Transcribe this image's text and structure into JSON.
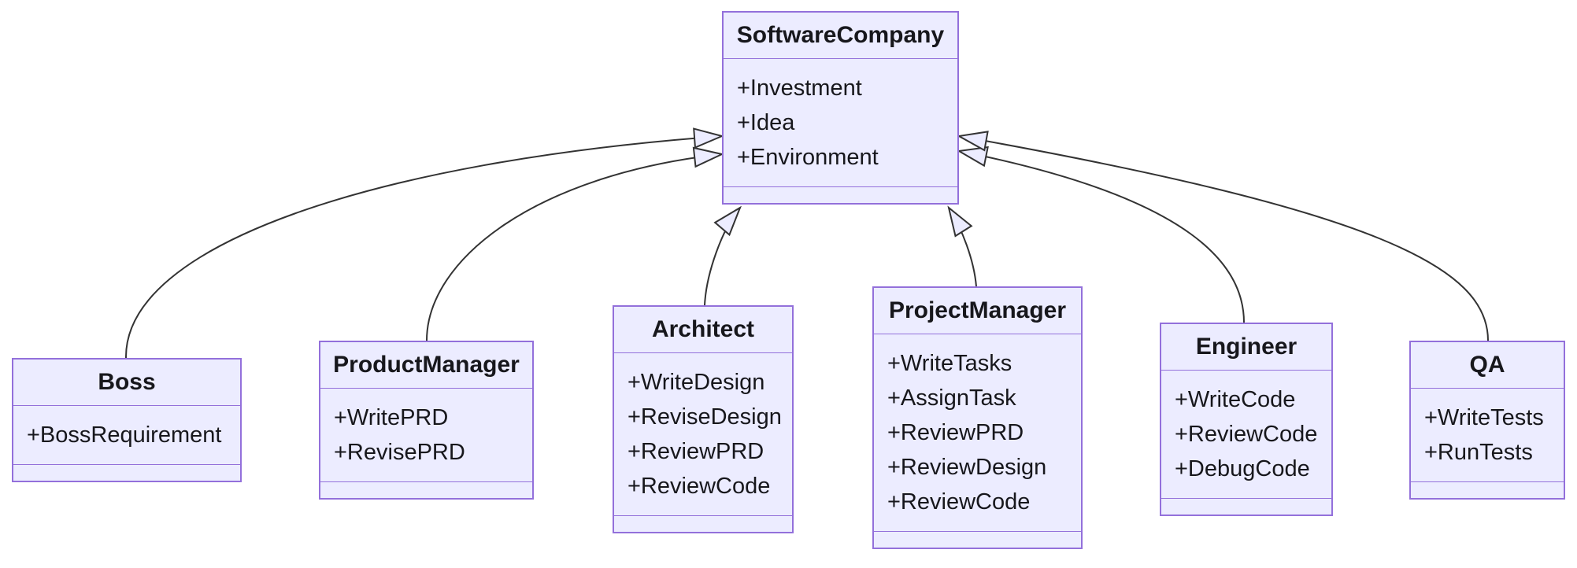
{
  "diagram": {
    "kind": "uml-class-diagram",
    "background_color": "#ffffff",
    "node_fill_color": "#ECECFF",
    "node_border_color": "#9370DB",
    "edge_color": "#333333",
    "text_color": "#17171c"
  },
  "classes": {
    "software_company": {
      "name": "SoftwareCompany",
      "attributes": [
        "+Investment",
        "+Idea",
        "+Environment"
      ],
      "methods": []
    },
    "boss": {
      "name": "Boss",
      "attributes": [
        "+BossRequirement"
      ],
      "methods": []
    },
    "product_manager": {
      "name": "ProductManager",
      "attributes": [
        "+WritePRD",
        "+RevisePRD"
      ],
      "methods": []
    },
    "architect": {
      "name": "Architect",
      "attributes": [
        "+WriteDesign",
        "+ReviseDesign",
        "+ReviewPRD",
        "+ReviewCode"
      ],
      "methods": []
    },
    "project_manager": {
      "name": "ProjectManager",
      "attributes": [
        "+WriteTasks",
        "+AssignTask",
        "+ReviewPRD",
        "+ReviewDesign",
        "+ReviewCode"
      ],
      "methods": []
    },
    "engineer": {
      "name": "Engineer",
      "attributes": [
        "+WriteCode",
        "+ReviewCode",
        "+DebugCode"
      ],
      "methods": []
    },
    "qa": {
      "name": "QA",
      "attributes": [
        "+WriteTests",
        "+RunTests"
      ],
      "methods": []
    }
  },
  "relationships": [
    {
      "from": "Boss",
      "to": "SoftwareCompany",
      "type": "inheritance"
    },
    {
      "from": "ProductManager",
      "to": "SoftwareCompany",
      "type": "inheritance"
    },
    {
      "from": "Architect",
      "to": "SoftwareCompany",
      "type": "inheritance"
    },
    {
      "from": "ProjectManager",
      "to": "SoftwareCompany",
      "type": "inheritance"
    },
    {
      "from": "Engineer",
      "to": "SoftwareCompany",
      "type": "inheritance"
    },
    {
      "from": "QA",
      "to": "SoftwareCompany",
      "type": "inheritance"
    }
  ]
}
